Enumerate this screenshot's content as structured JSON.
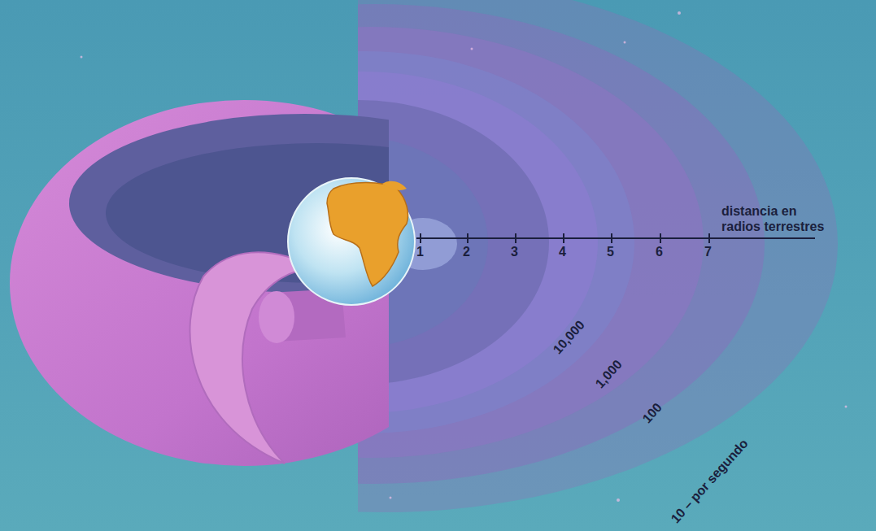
{
  "diagram": {
    "labels": [
      "distancia en radios terrestres",
      "1",
      "2",
      "3",
      "4",
      "5",
      "6",
      "7",
      "10,000",
      "1,000",
      "100",
      "10 – por segundo"
    ]
  }
}
